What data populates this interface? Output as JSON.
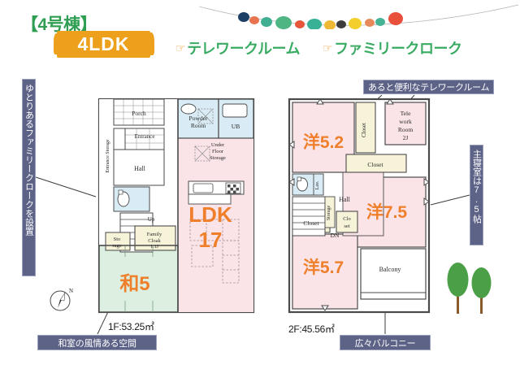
{
  "header": {
    "building_title": "【4号棟】",
    "layout_badge": "4LDK",
    "features": [
      {
        "icon": "pointing-hand-icon",
        "label": "テレワークルーム"
      },
      {
        "icon": "pointing-hand-icon",
        "label": "ファミリークローク"
      }
    ]
  },
  "callouts": {
    "left_vertical": "ゆとりあるファミリークロークを設置",
    "right_vertical": "主寝室は7.5帖",
    "top_right": "あると便利なテレワークルーム",
    "bottom_left": "和室の風情ある空間",
    "bottom_right": "広々バルコニー"
  },
  "floor1": {
    "area_label": "1F:53.25㎡",
    "rooms": [
      {
        "name": "Porch",
        "label": "Porch"
      },
      {
        "name": "entrance",
        "label": "Entrance"
      },
      {
        "name": "entrance-storage",
        "label": "Entrance Storage"
      },
      {
        "name": "hall",
        "label": "Hall"
      },
      {
        "name": "powder-room",
        "label": "Powder Room"
      },
      {
        "name": "unit-bath",
        "label": "UB"
      },
      {
        "name": "toilet",
        "label": ""
      },
      {
        "name": "under-floor-storage",
        "label": "Under Floor Storage"
      },
      {
        "name": "storage",
        "label": "Sto rage"
      },
      {
        "name": "family-cloak",
        "label": "Family Cloak 1.1J"
      },
      {
        "name": "ldk",
        "label": "LDK",
        "size": "17"
      },
      {
        "name": "washitsu",
        "label": "和5"
      },
      {
        "name": "stairs-up",
        "label": "Up"
      }
    ]
  },
  "floor2": {
    "area_label": "2F:45.56㎡",
    "rooms": [
      {
        "name": "bedroom-west",
        "label": "洋5.2"
      },
      {
        "name": "closet-north",
        "label": "Closet"
      },
      {
        "name": "telework-room",
        "label": "Tele work Room",
        "size": "2J"
      },
      {
        "name": "closet-center",
        "label": "Closet"
      },
      {
        "name": "main-bedroom",
        "label": "洋7.5"
      },
      {
        "name": "bedroom-south",
        "label": "洋5.7"
      },
      {
        "name": "closet-sw",
        "label": "Closet"
      },
      {
        "name": "closet-se",
        "label": "Clo set"
      },
      {
        "name": "hall",
        "label": "Hall"
      },
      {
        "name": "storage",
        "label": "Storage"
      },
      {
        "name": "lavatory",
        "label": "Lav."
      },
      {
        "name": "stairs-down",
        "label": "DN"
      },
      {
        "name": "balcony",
        "label": "Balcony"
      }
    ]
  },
  "compass": {
    "label": "N"
  },
  "colors": {
    "accent_green": "#3aab63",
    "badge_orange": "#eda01b",
    "chip_navy": "#5d6287",
    "room_pink": "#fbe4e8",
    "room_cream": "#f7f3d8",
    "room_mint": "#dcefe0",
    "room_blue": "#d9ecf5",
    "room_text_orange": "#ef7f2a",
    "wall": "#4a4a4a"
  }
}
